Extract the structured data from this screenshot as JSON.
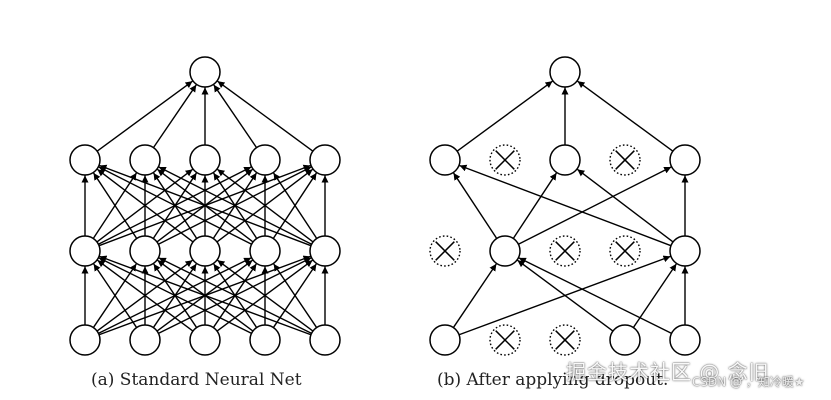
{
  "diagram": {
    "panels": [
      {
        "id": "a",
        "caption": "(a) Standard Neural Net",
        "layers": [
          [
            true,
            true,
            true,
            true,
            true
          ],
          [
            true,
            true,
            true,
            true,
            true
          ],
          [
            true,
            true,
            true,
            true,
            true
          ],
          [
            true
          ]
        ]
      },
      {
        "id": "b",
        "caption": "(b) After applying dropout.",
        "layers": [
          [
            true,
            false,
            false,
            true,
            true
          ],
          [
            false,
            true,
            false,
            false,
            true
          ],
          [
            true,
            false,
            true,
            false,
            true
          ],
          [
            true
          ]
        ]
      }
    ],
    "colors": {
      "stroke": "#000000",
      "fill": "#ffffff"
    }
  },
  "watermark": {
    "text": "掘金技术社区 @ 念旧",
    "subtext": "CSDN @ ，知冷暖★"
  }
}
